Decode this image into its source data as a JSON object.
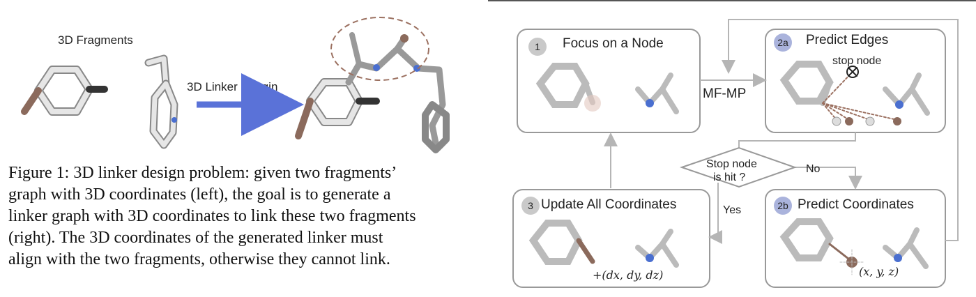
{
  "left": {
    "fragments_title": "3D Fragments",
    "linker_label": "3D Linker Desgin",
    "caption_lines": [
      "Figure 1: 3D linker design problem: given two fragments’",
      "graph with 3D coordinates (left), the goal is to generate a",
      "linker graph with 3D coordinates to link these two fragments",
      "(right). The 3D coordinates of the generated linker must",
      "align with the two fragments, otherwise they cannot link."
    ]
  },
  "right": {
    "box1": {
      "num": "1",
      "label": "Focus on a Node"
    },
    "box2a": {
      "num": "2a",
      "label": "Predict Edges",
      "stop_node": "stop node"
    },
    "box3": {
      "num": "3",
      "label": "Update All Coordinates",
      "delta": "+(dx, dy, dz)"
    },
    "box2b": {
      "num": "2b",
      "label": "Predict Coordinates",
      "coords": "(x, y, z)"
    },
    "mfmp": "MF-MP",
    "decision": {
      "line1": "Stop node",
      "line2": "is hit ?"
    },
    "no_label": "No",
    "yes_label": "Yes"
  },
  "colors": {
    "atom_grey": "#d8d8d8",
    "atom_brown": "#8b6a5c",
    "atom_blue": "#4a6fd0",
    "arrow_blue": "#5a72d8",
    "dashed_circle": "#9b7060"
  }
}
